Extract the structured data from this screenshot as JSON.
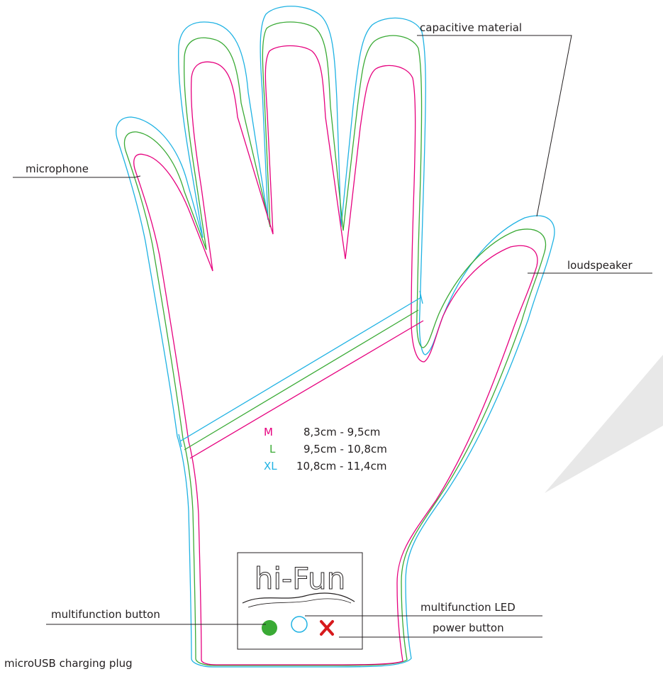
{
  "labels": {
    "capacitive_material": "capacitive material",
    "microphone": "microphone",
    "loudspeaker": "loudspeaker",
    "multifunction_button": "multifunction button",
    "multifunction_led": "multifunction LED",
    "power_button": "power button",
    "microusb_charging_plug": "microUSB charging plug"
  },
  "logo_text": "hi-Fun",
  "sizes": [
    {
      "code": "M",
      "range": "8,3cm -  9,5cm",
      "color": "#e6007e"
    },
    {
      "code": "L",
      "range": "9,5cm - 10,8cm",
      "color": "#3aaa35"
    },
    {
      "code": "XL",
      "range": "10,8cm - 11,4cm",
      "color": "#1fb2e3"
    }
  ],
  "colors": {
    "outline_xl": "#1fb2e3",
    "outline_l": "#3aaa35",
    "outline_m": "#e6007e",
    "button_fill": "#3aaa35",
    "led_stroke": "#1fb2e3",
    "power_icon": "#d7191c",
    "leader_line": "#231f20",
    "shadow": "#e8e8e8"
  },
  "icons": {
    "multifunction_button": "filled-circle",
    "multifunction_led": "ring",
    "power_button": "cross-mark"
  }
}
